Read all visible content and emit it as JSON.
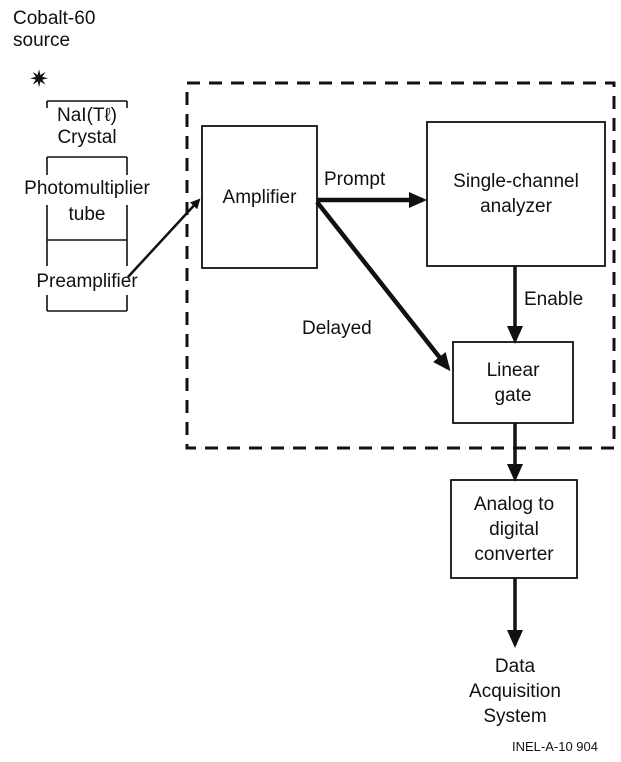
{
  "source": {
    "line1": "Cobalt-60",
    "line2": "source",
    "symbol_icon": "burst-star-icon",
    "symbol_glyph": "✷"
  },
  "detector": {
    "crystal_line1": "NaI(Tℓ)",
    "crystal_line2": "Crystal",
    "pmt_line1": "Photomultiplier",
    "pmt_line2": "tube",
    "preamp": "Preamplifier"
  },
  "blocks": {
    "amplifier": "Amplifier",
    "sca_line1": "Single-channel",
    "sca_line2": "analyzer",
    "gate_line1": "Linear",
    "gate_line2": "gate",
    "adc_line1": "Analog to",
    "adc_line2": "digital",
    "adc_line3": "converter"
  },
  "signals": {
    "prompt": "Prompt",
    "delayed": "Delayed",
    "enable": "Enable"
  },
  "output": {
    "line1": "Data",
    "line2": "Acquisition",
    "line3": "System"
  },
  "figure_id": "INEL-A-10 904",
  "colors": {
    "ink": "#111111",
    "background": "#ffffff"
  }
}
